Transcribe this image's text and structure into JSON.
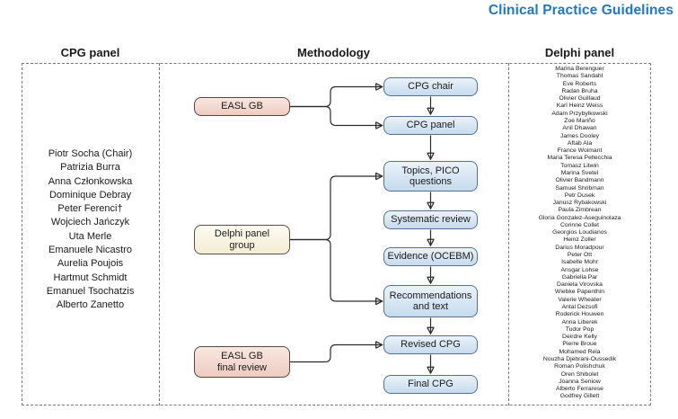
{
  "title": "Clinical Practice Guidelines",
  "columns": {
    "cpg": {
      "header": "CPG panel",
      "members": [
        "Piotr Socha (Chair)",
        "Patrizia Burra",
        "Anna Członkowska",
        "Dominique Debray",
        "Peter Ferenci†",
        "Wojciech Jańczyk",
        "Uta Merle",
        "Emanuele Nicastro",
        "Aurelia Poujois",
        "Hartmut Schmidt",
        "Emanuel Tsochatzis",
        "Alberto Zanetto"
      ]
    },
    "methodology": {
      "header": "Methodology"
    },
    "delphi": {
      "header": "Delphi panel",
      "members": [
        "Marina Berenguer",
        "Thomas Sandahl",
        "Eve Roberts",
        "Radan Bruha",
        "Olivier Guillaud",
        "Karl Heinz Weiss",
        "Adam Przybylkowski",
        "Zoé Mariño",
        "Anil Dhawan",
        "James Dooley",
        "Aftab Ala",
        "France Woimant",
        "Maria Teresa Pellecchia",
        "Tomasz Litwin",
        "Marina Svetel",
        "Olivier Bandmann",
        "Samuel Shribman",
        "Petr Dusek",
        "Janusz Rybakowski",
        "Paula Zimbrean",
        "Gloria Gonzalez-Aseguinolaza",
        "Corinne Collet",
        "Georgios Loudianos",
        "Heinz Zoller",
        "Darius Moradpour",
        "Peter Ott",
        "Isabelle Mohr",
        "Ansgar Lohse",
        "Gabriella Par",
        "Daniela Virovska",
        "Wiebke Papenthin",
        "Valerie Wheater",
        "Antal Dezsofi",
        "Roderick Houwen",
        "Anna Liberek",
        "Tudor Pop",
        "Deirdre Kelly",
        "Pierre Broue",
        "Mohamed Rela",
        "Nouzha Djebrani-Oussedik",
        "Roman Polishchuk",
        "Oren Shibolet",
        "Joanna Seniow",
        "Alberto Ferrarese",
        "Godfrey Gillett"
      ]
    }
  },
  "flowchart": {
    "easl_gb": "EASL GB",
    "delphi_group": "Delphi panel\ngroup",
    "easl_gb_final": "EASL GB\nfinal review",
    "cpg_chair": "CPG chair",
    "cpg_panel": "CPG panel",
    "topics_pico": "Topics, PICO\nquestions",
    "systematic_review": "Systematic review",
    "evidence": "Evidence (OCEBM)",
    "recommendations": "Recommendations\nand text",
    "revised_cpg": "Revised CPG",
    "final_cpg": "Final CPG"
  },
  "colors": {
    "title_blue": "#2079c2",
    "blue_light": "#eaf2fa",
    "blue_dark": "#c6dbee",
    "blue_border": "#54718e",
    "pink_light": "#f9e7e0",
    "pink_dark": "#eeccc0",
    "pink_border": "#564741",
    "cream_light": "#fdfaf1",
    "cream_dark": "#f4ecd3",
    "cream_border": "#55524a",
    "line": "#2b2b2b",
    "dash_border": "#7a7a7a",
    "text": "#1a1a1a"
  }
}
